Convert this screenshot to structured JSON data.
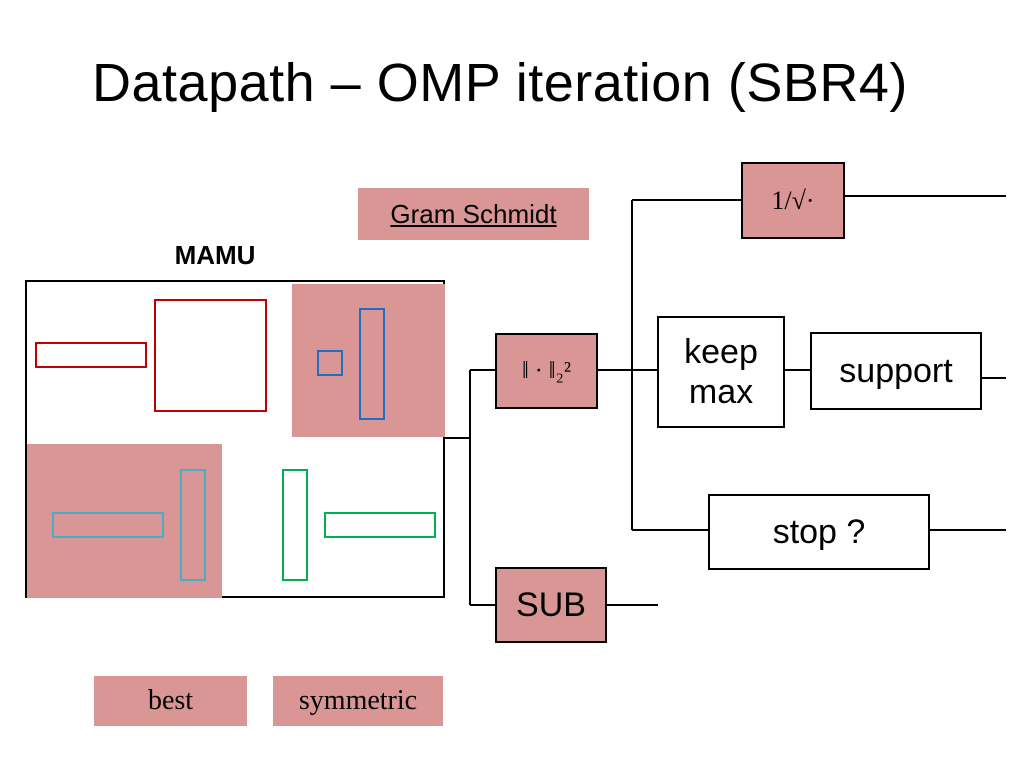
{
  "title": "Datapath – OMP iteration (SBR4)",
  "gram_schmidt": "Gram Schmidt",
  "mamu": {
    "label": "MAMU"
  },
  "blocks": {
    "norm_label": "‖ · ‖₂²",
    "inv_sqrt_label": "1/√·",
    "keep_max": "keep max",
    "support": "support",
    "stop": "stop ?",
    "sub": "SUB"
  },
  "legend": {
    "best": "best",
    "symmetric": "symmetric"
  },
  "colors": {
    "fill": "#d99694",
    "red": "#c00000",
    "blue": "#1f6fc0",
    "lightblue": "#4bacc6",
    "green": "#00b050"
  }
}
